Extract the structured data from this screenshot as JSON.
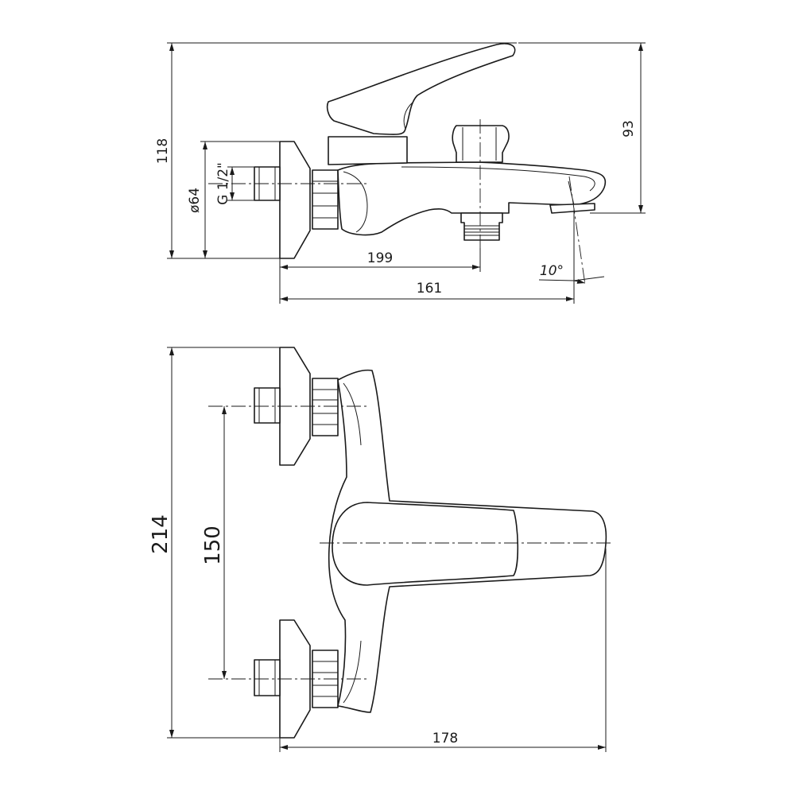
{
  "side_view": {
    "dim_height_total": "118",
    "dim_outlet_height": "93",
    "dim_flange_diameter": "ø64",
    "dim_thread": "G 1/2\"",
    "dim_length_outlet": "199",
    "dim_length_spout": "161",
    "dim_angle": "10°"
  },
  "top_view": {
    "dim_height_total": "214",
    "dim_inlet_spacing": "150",
    "dim_depth": "178"
  },
  "colors": {
    "line": "#1a1a1a",
    "background": "#ffffff"
  }
}
